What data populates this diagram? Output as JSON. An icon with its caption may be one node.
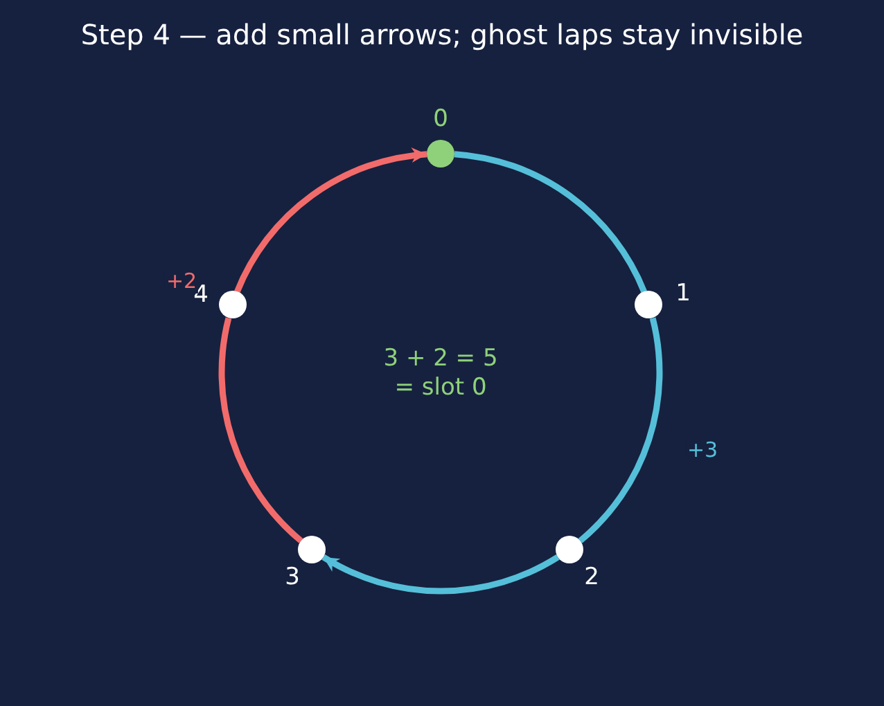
{
  "diagram": {
    "title": "Step 4 — add small arrows; ghost laps stay invisible",
    "nodes": [
      {
        "text": [],
        "shape": "circle",
        "beside": [
          "0"
        ]
      },
      {
        "text": [],
        "shape": "circle",
        "beside": [
          "1"
        ]
      },
      {
        "text": [],
        "shape": "circle",
        "beside": [
          "2"
        ]
      },
      {
        "text": [],
        "shape": "circle",
        "beside": [
          "3"
        ]
      },
      {
        "text": [],
        "shape": "circle",
        "beside": [
          "4"
        ]
      }
    ],
    "edges": [
      {
        "from": 0,
        "to": 1,
        "arrow": "none"
      },
      {
        "from": 1,
        "to": 2,
        "arrow": "none",
        "label": "+3"
      },
      {
        "from": 2,
        "to": 3,
        "arrow": "to"
      },
      {
        "from": 3,
        "to": 4,
        "arrow": "none",
        "color": "#f26b6b"
      },
      {
        "from": 4,
        "to": 0,
        "arrow": "to",
        "label": "+2",
        "color": "#f26b6b"
      }
    ],
    "labels": [
      "3 + 2 = 5",
      "= slot 0"
    ]
  }
}
